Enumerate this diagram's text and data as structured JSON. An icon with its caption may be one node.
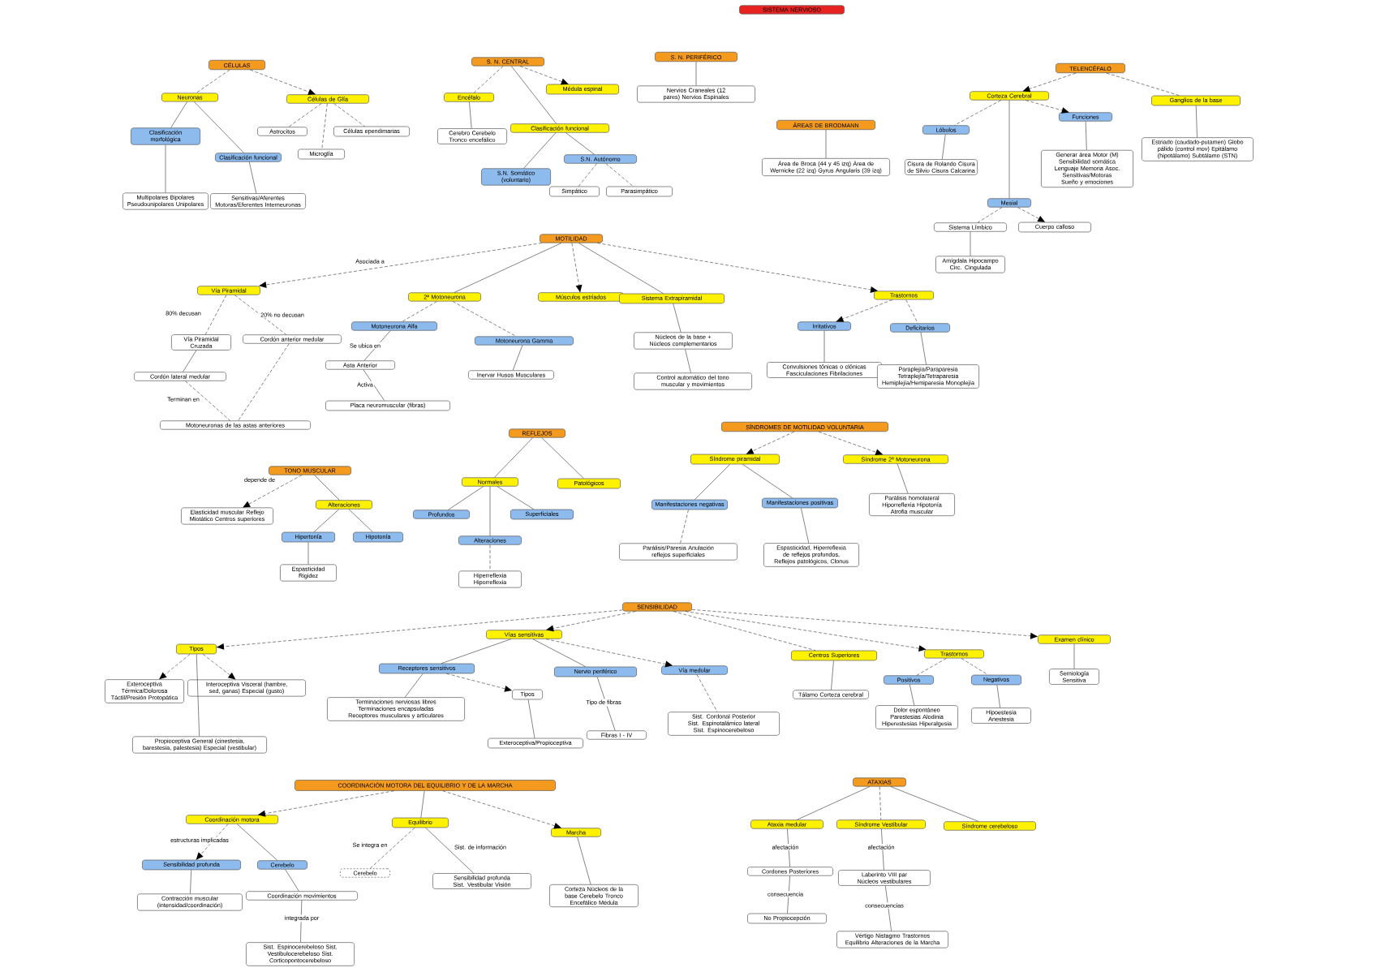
{
  "diagram": {
    "nodes": [
      {
        "text": [
          "SISTEMA NERVIOSO"
        ]
      },
      {
        "text": [
          "CÉLULAS"
        ]
      },
      {
        "text": [
          "Neuronas"
        ]
      },
      {
        "text": [
          "Células de Glía"
        ]
      },
      {
        "text": [
          "Clasificación morfológica"
        ]
      },
      {
        "text": [
          "Multipolares Bipolares Pseudounipolares Unipolares"
        ]
      },
      {
        "text": [
          "Clasificación funcional"
        ]
      },
      {
        "text": [
          "Sensitivas/Aferentes Motoras/Eferentes Interneuronas"
        ]
      },
      {
        "text": [
          "Astrocitos"
        ]
      },
      {
        "text": [
          "Microglía"
        ]
      },
      {
        "text": [
          "Células ependimarias"
        ]
      },
      {
        "text": [
          "S. N. CENTRAL"
        ]
      },
      {
        "text": [
          "Encéfalo"
        ]
      },
      {
        "text": [
          "Cerebro Cerebelo Tronco encefálico"
        ]
      },
      {
        "text": [
          "Médula espinal"
        ]
      },
      {
        "text": [
          "Clasificación funcional"
        ]
      },
      {
        "text": [
          "S.N. Somático (voluntario)"
        ]
      },
      {
        "text": [
          "S.N. Autónomo"
        ]
      },
      {
        "text": [
          "Simpático"
        ]
      },
      {
        "text": [
          "Parasimpático"
        ]
      },
      {
        "text": [
          "S. N. PERIFÉRICO"
        ]
      },
      {
        "text": [
          "Nervios Craneales (12 pares) Nervios Espinales"
        ]
      },
      {
        "text": [
          "ÁREAS DE BRODMANN"
        ]
      },
      {
        "text": [
          "Área de Broca (44 y 45 izq) Área de Wernicke (22 izq) Gyrus Angularis (39 izq)"
        ]
      },
      {
        "text": [
          "TELENCÉFALO"
        ]
      },
      {
        "text": [
          "Corteza Cerebral"
        ]
      },
      {
        "text": [
          "Ganglios de la base"
        ]
      },
      {
        "text": [
          "Estriado (caudado-putamen) Globo pálido (control mov) Epitálamo (hipotálamo) Subtálamo (STN)"
        ]
      },
      {
        "text": [
          "Lóbulos"
        ]
      },
      {
        "text": [
          "Cisura de Rolando Cisura de Silvio Cisura Calcarina"
        ]
      },
      {
        "text": [
          "Funciones"
        ]
      },
      {
        "text": [
          "Generar área Motor (M) Sensibilidad somática Lenguaje Memoria Asoc. Sensitivas/Motoras Sueño y emociones"
        ]
      },
      {
        "text": [
          "Mesial"
        ]
      },
      {
        "text": [
          "Sistema Límbico"
        ]
      },
      {
        "text": [
          "Cuerpo calloso"
        ]
      },
      {
        "text": [
          "Amígdala Hipocampo Circ. Cingulada"
        ]
      },
      {
        "text": [
          "MOTILIDAD"
        ]
      },
      {
        "text": [
          "Vía Piramidal"
        ]
      },
      {
        "text": [
          "2ª Motoneurona"
        ]
      },
      {
        "text": [
          "Músculos estriados"
        ]
      },
      {
        "text": [
          "Sistema Extrapiramidal"
        ]
      },
      {
        "text": [
          "Trastornos"
        ]
      },
      {
        "text": [
          "Vía Piramidal Cruzada"
        ]
      },
      {
        "text": [
          "Cordón anterior medular"
        ]
      },
      {
        "text": [
          "Cordón lateral medular"
        ]
      },
      {
        "text": [
          "Motoneuronas de las astas anteriores"
        ]
      },
      {
        "text": [
          "Motoneurona Alfa"
        ]
      },
      {
        "text": [
          "Motoneurona Gamma"
        ]
      },
      {
        "text": [
          "Asta Anterior"
        ]
      },
      {
        "text": [
          "Placa neuromuscular (fibras)"
        ]
      },
      {
        "text": [
          "Inervar Husos Musculares"
        ]
      },
      {
        "text": [
          "Núcleos de la base + Núcleos complementarios"
        ]
      },
      {
        "text": [
          "Control automático del tono muscular y movimientos"
        ]
      },
      {
        "text": [
          "Irritativos"
        ]
      },
      {
        "text": [
          "Deficitarios"
        ]
      },
      {
        "text": [
          "Convulsiones tónicas o clónicas Fasciculaciones Fibrilaciones"
        ]
      },
      {
        "text": [
          "Paraplejía/Paraparesia Tetraplejía/Tetraparesia Hemiplejía/Hemiparesia Monoplejía"
        ]
      },
      {
        "text": [
          "REFLEJOS"
        ]
      },
      {
        "text": [
          "Normales"
        ]
      },
      {
        "text": [
          "Patológicos"
        ]
      },
      {
        "text": [
          "Profundos"
        ]
      },
      {
        "text": [
          "Superficiales"
        ]
      },
      {
        "text": [
          "Alteraciones"
        ]
      },
      {
        "text": [
          "Hiperreflexia Hiporreflexia"
        ]
      },
      {
        "text": [
          "TONO MUSCULAR"
        ]
      },
      {
        "text": [
          "Elasticidad muscular Reflejo Miotático Centros superiores"
        ]
      },
      {
        "text": [
          "Alteraciones"
        ]
      },
      {
        "text": [
          "Hipertonía"
        ]
      },
      {
        "text": [
          "Hipotonía"
        ]
      },
      {
        "text": [
          "Espasticidad Rigidez"
        ]
      },
      {
        "text": [
          "SÍNDROMES DE MOTILIDAD VOLUNTARIA"
        ]
      },
      {
        "text": [
          "Síndrome piramidal"
        ]
      },
      {
        "text": [
          "Síndrome 2ª Motoneurona"
        ]
      },
      {
        "text": [
          "Parálisis homolateral Hiporreflexia Hipotonía Atrofia muscular"
        ]
      },
      {
        "text": [
          "Manifestaciones negativas"
        ]
      },
      {
        "text": [
          "Manifestaciones positivas"
        ]
      },
      {
        "text": [
          "Parálisis/Paresia Anulación reflejos superficiales"
        ]
      },
      {
        "text": [
          "Espasticidad, Hiperreflexia de reflejos profundos, Reflejos patológicos, Clonus"
        ]
      },
      {
        "text": [
          "SENSIBILIDAD"
        ]
      },
      {
        "text": [
          "Tipos"
        ]
      },
      {
        "text": [
          "Vías sensitivas"
        ]
      },
      {
        "text": [
          "Centros Superiores"
        ]
      },
      {
        "text": [
          "Trastornos"
        ]
      },
      {
        "text": [
          "Examen clínico"
        ]
      },
      {
        "text": [
          "Exteroceptiva Térmica/Dolorosa Táctil/Presión Protopática"
        ]
      },
      {
        "text": [
          "Interoceptiva Visceral (hambre, sed, ganas) Especial (gusto)"
        ]
      },
      {
        "text": [
          "Propioceptiva General (cinestesia, barestesia, palestesia) Especial (vestibular)"
        ]
      },
      {
        "text": [
          "Receptores sensitivos"
        ]
      },
      {
        "text": [
          "Terminaciones nerviosas libres Terminaciones encapsuladas Receptores musculares y articulares"
        ]
      },
      {
        "text": [
          "Tipos"
        ]
      },
      {
        "text": [
          "Exteroceptiva/Propioceptiva"
        ]
      },
      {
        "text": [
          "Nervio periférico"
        ]
      },
      {
        "text": [
          "Fibras I - IV"
        ]
      },
      {
        "text": [
          "Vía medular"
        ]
      },
      {
        "text": [
          "Sist. Cordonal Posterior Sist. Espinotalámico lateral Sist. Espinocerebeloso"
        ]
      },
      {
        "text": [
          "Tálamo Corteza cerebral"
        ]
      },
      {
        "text": [
          "Positivos"
        ]
      },
      {
        "text": [
          "Negativos"
        ]
      },
      {
        "text": [
          "Dolor espontáneo Parestesias Alodinia Hiperestesias Hiperalgesia"
        ]
      },
      {
        "text": [
          "Hipoestesia Anestesia"
        ]
      },
      {
        "text": [
          "Semiología Sensitiva"
        ]
      },
      {
        "text": [
          "COORDINACIÓN MOTORA DEL EQUILIBRIO Y DE LA MARCHA"
        ]
      },
      {
        "text": [
          "Coordinación motora"
        ]
      },
      {
        "text": [
          "Sensibilidad profunda"
        ]
      },
      {
        "text": [
          "Cerebelo"
        ]
      },
      {
        "text": [
          "Contracción muscular (intensidad/coordinación)"
        ]
      },
      {
        "text": [
          "Coordinación movimientos"
        ]
      },
      {
        "text": [
          "Sist. Espinocerebeloso Sist. Vestibulocerebeloso Sist. Corticopontocerebeloso"
        ]
      },
      {
        "text": [
          "Equilibrio"
        ]
      },
      {
        "text": [
          "Cerebelo"
        ]
      },
      {
        "text": [
          "Sensibilidad profunda Sist. Vestibular Visión"
        ]
      },
      {
        "text": [
          "Marcha"
        ]
      },
      {
        "text": [
          "Corteza Núcleos de la base Cerebelo Tronco Encefálico Médula"
        ]
      },
      {
        "text": [
          "ATAXIAS"
        ]
      },
      {
        "text": [
          "Ataxia medular"
        ]
      },
      {
        "text": [
          "Síndrome Vestibular"
        ]
      },
      {
        "text": [
          "Síndrome cerebeloso"
        ]
      },
      {
        "text": [
          "Cordones Posteriores"
        ]
      },
      {
        "text": [
          "No Propiocepción"
        ]
      },
      {
        "text": [
          "Laberinto VIII par Núcleos vestibulares"
        ]
      },
      {
        "text": [
          "Vértigo Nistagmo Trastornos Equilibrio Alteraciones de la Marcha"
        ]
      }
    ],
    "edges": [
      {
        "from": 1,
        "to": 2,
        "arrow": "none",
        "style": "dashed"
      },
      {
        "from": 1,
        "to": 3,
        "arrow": "to",
        "style": "dashed"
      },
      {
        "from": 2,
        "to": 4,
        "arrow": "none"
      },
      {
        "from": 2,
        "to": 6,
        "arrow": "none"
      },
      {
        "from": 4,
        "to": 5,
        "arrow": "none"
      },
      {
        "from": 6,
        "to": 7,
        "arrow": "none"
      },
      {
        "from": 3,
        "to": 8,
        "arrow": "none",
        "style": "dashed"
      },
      {
        "from": 3,
        "to": 9,
        "arrow": "none",
        "style": "dashed"
      },
      {
        "from": 3,
        "to": 10,
        "arrow": "none",
        "style": "dashed"
      },
      {
        "from": 11,
        "to": 12,
        "arrow": "none",
        "style": "dashed"
      },
      {
        "from": 11,
        "to": 14,
        "arrow": "to",
        "style": "dashed"
      },
      {
        "from": 11,
        "to": 15,
        "arrow": "none"
      },
      {
        "from": 12,
        "to": 13,
        "arrow": "none"
      },
      {
        "from": 15,
        "to": 16,
        "arrow": "none"
      },
      {
        "from": 15,
        "to": 17,
        "arrow": "none"
      },
      {
        "from": 17,
        "to": 18,
        "arrow": "none",
        "style": "dashed"
      },
      {
        "from": 17,
        "to": 19,
        "arrow": "none",
        "style": "dashed"
      },
      {
        "from": 20,
        "to": 21,
        "arrow": "none"
      },
      {
        "from": 22,
        "to": 23,
        "arrow": "none"
      },
      {
        "from": 24,
        "to": 25,
        "arrow": "to",
        "style": "dashed"
      },
      {
        "from": 24,
        "to": 26,
        "arrow": "none",
        "style": "dashed"
      },
      {
        "from": 25,
        "to": 28,
        "arrow": "none",
        "style": "dashed"
      },
      {
        "from": 25,
        "to": 30,
        "arrow": "to",
        "style": "dashed"
      },
      {
        "from": 25,
        "to": 32,
        "arrow": "none"
      },
      {
        "from": 28,
        "to": 29,
        "arrow": "none"
      },
      {
        "from": 30,
        "to": 31,
        "arrow": "none"
      },
      {
        "from": 26,
        "to": 27,
        "arrow": "none"
      },
      {
        "from": 32,
        "to": 33,
        "arrow": "none",
        "style": "dashed"
      },
      {
        "from": 32,
        "to": 34,
        "arrow": "to",
        "style": "dashed"
      },
      {
        "from": 33,
        "to": 35,
        "arrow": "none"
      },
      {
        "from": 36,
        "to": 37,
        "arrow": "to",
        "style": "dashed",
        "label": "Asociada a"
      },
      {
        "from": 36,
        "to": 38,
        "arrow": "none"
      },
      {
        "from": 36,
        "to": 39,
        "arrow": "to",
        "style": "dashed"
      },
      {
        "from": 36,
        "to": 40,
        "arrow": "none"
      },
      {
        "from": 36,
        "to": 41,
        "arrow": "to",
        "style": "dashed"
      },
      {
        "from": 37,
        "to": 42,
        "arrow": "none",
        "style": "dashed",
        "label": "80% decusan"
      },
      {
        "from": 37,
        "to": 43,
        "arrow": "none",
        "style": "dashed",
        "label": "20% no decusan"
      },
      {
        "from": 42,
        "to": 44,
        "arrow": "none"
      },
      {
        "from": 44,
        "to": 45,
        "arrow": "none",
        "style": "dashed",
        "label": "Terminan en"
      },
      {
        "from": 43,
        "to": 45,
        "arrow": "none",
        "style": "dashed"
      },
      {
        "from": 38,
        "to": 46,
        "arrow": "none",
        "style": "dashed"
      },
      {
        "from": 38,
        "to": 47,
        "arrow": "none",
        "style": "dashed"
      },
      {
        "from": 46,
        "to": 48,
        "arrow": "none",
        "label": "Se ubica en"
      },
      {
        "from": 48,
        "to": 49,
        "arrow": "none",
        "label": "Activa"
      },
      {
        "from": 47,
        "to": 50,
        "arrow": "none"
      },
      {
        "from": 40,
        "to": 51,
        "arrow": "none"
      },
      {
        "from": 51,
        "to": 52,
        "arrow": "none"
      },
      {
        "from": 41,
        "to": 53,
        "arrow": "to",
        "style": "dashed"
      },
      {
        "from": 41,
        "to": 54,
        "arrow": "none",
        "style": "dashed"
      },
      {
        "from": 53,
        "to": 55,
        "arrow": "none"
      },
      {
        "from": 54,
        "to": 56,
        "arrow": "none"
      },
      {
        "from": 57,
        "to": 58,
        "arrow": "none"
      },
      {
        "from": 57,
        "to": 59,
        "arrow": "none"
      },
      {
        "from": 58,
        "to": 60,
        "arrow": "none"
      },
      {
        "from": 58,
        "to": 61,
        "arrow": "none"
      },
      {
        "from": 58,
        "to": 62,
        "arrow": "none"
      },
      {
        "from": 62,
        "to": 63,
        "arrow": "none",
        "style": "dashed"
      },
      {
        "from": 64,
        "to": 65,
        "arrow": "to",
        "style": "dashed",
        "label": "depende de"
      },
      {
        "from": 64,
        "to": 66,
        "arrow": "none"
      },
      {
        "from": 66,
        "to": 67,
        "arrow": "none"
      },
      {
        "from": 66,
        "to": 68,
        "arrow": "none"
      },
      {
        "from": 67,
        "to": 69,
        "arrow": "none"
      },
      {
        "from": 70,
        "to": 71,
        "arrow": "to",
        "style": "dashed"
      },
      {
        "from": 70,
        "to": 72,
        "arrow": "to",
        "style": "dashed"
      },
      {
        "from": 71,
        "to": 74,
        "arrow": "none"
      },
      {
        "from": 71,
        "to": 75,
        "arrow": "none"
      },
      {
        "from": 72,
        "to": 73,
        "arrow": "none"
      },
      {
        "from": 74,
        "to": 76,
        "arrow": "none",
        "style": "dashed"
      },
      {
        "from": 75,
        "to": 77,
        "arrow": "none"
      },
      {
        "from": 78,
        "to": 79,
        "arrow": "to",
        "style": "dashed"
      },
      {
        "from": 78,
        "to": 80,
        "arrow": "to",
        "style": "dashed"
      },
      {
        "from": 78,
        "to": 81,
        "arrow": "none",
        "style": "dashed"
      },
      {
        "from": 78,
        "to": 82,
        "arrow": "to",
        "style": "dashed"
      },
      {
        "from": 78,
        "to": 83,
        "arrow": "to",
        "style": "dashed"
      },
      {
        "from": 79,
        "to": 84,
        "arrow": "to",
        "style": "dashed"
      },
      {
        "from": 79,
        "to": 85,
        "arrow": "to",
        "style": "dashed"
      },
      {
        "from": 79,
        "to": 86,
        "arrow": "none"
      },
      {
        "from": 80,
        "to": 87,
        "arrow": "none"
      },
      {
        "from": 80,
        "to": 91,
        "arrow": "none"
      },
      {
        "from": 80,
        "to": 93,
        "arrow": "to",
        "style": "dashed"
      },
      {
        "from": 87,
        "to": 88,
        "arrow": "none"
      },
      {
        "from": 87,
        "to": 89,
        "arrow": "to",
        "style": "dashed"
      },
      {
        "from": 89,
        "to": 90,
        "arrow": "none"
      },
      {
        "from": 91,
        "to": 92,
        "arrow": "none",
        "label": "Tipo de fibras"
      },
      {
        "from": 93,
        "to": 94,
        "arrow": "none",
        "style": "dashed"
      },
      {
        "from": 81,
        "to": 95,
        "arrow": "none"
      },
      {
        "from": 82,
        "to": 96,
        "arrow": "none",
        "style": "dashed"
      },
      {
        "from": 82,
        "to": 97,
        "arrow": "none",
        "style": "dashed"
      },
      {
        "from": 96,
        "to": 98,
        "arrow": "none"
      },
      {
        "from": 97,
        "to": 99,
        "arrow": "none"
      },
      {
        "from": 83,
        "to": 100,
        "arrow": "none"
      },
      {
        "from": 101,
        "to": 102,
        "arrow": "to",
        "style": "dashed"
      },
      {
        "from": 101,
        "to": 108,
        "arrow": "none"
      },
      {
        "from": 101,
        "to": 111,
        "arrow": "to",
        "style": "dashed"
      },
      {
        "from": 102,
        "to": 103,
        "arrow": "to",
        "style": "dashed",
        "label": "estructuras implicadas"
      },
      {
        "from": 102,
        "to": 104,
        "arrow": "none"
      },
      {
        "from": 103,
        "to": 105,
        "arrow": "none"
      },
      {
        "from": 104,
        "to": 106,
        "arrow": "none"
      },
      {
        "from": 106,
        "to": 107,
        "arrow": "none",
        "label": "integrada por"
      },
      {
        "from": 108,
        "to": 109,
        "arrow": "none",
        "style": "dashed",
        "label": "Se integra en"
      },
      {
        "from": 108,
        "to": 110,
        "arrow": "none",
        "label": "Sist. de información"
      },
      {
        "from": 111,
        "to": 112,
        "arrow": "none"
      },
      {
        "from": 113,
        "to": 114,
        "arrow": "none"
      },
      {
        "from": 113,
        "to": 115,
        "arrow": "none",
        "style": "dashed"
      },
      {
        "from": 113,
        "to": 116,
        "arrow": "none"
      },
      {
        "from": 114,
        "to": 117,
        "arrow": "none",
        "label": "afectación"
      },
      {
        "from": 117,
        "to": 118,
        "arrow": "none",
        "label": "consecuencia"
      },
      {
        "from": 115,
        "to": 119,
        "arrow": "none",
        "label": "afectación"
      },
      {
        "from": 119,
        "to": 120,
        "arrow": "none",
        "label": "consecuencias"
      }
    ]
  }
}
